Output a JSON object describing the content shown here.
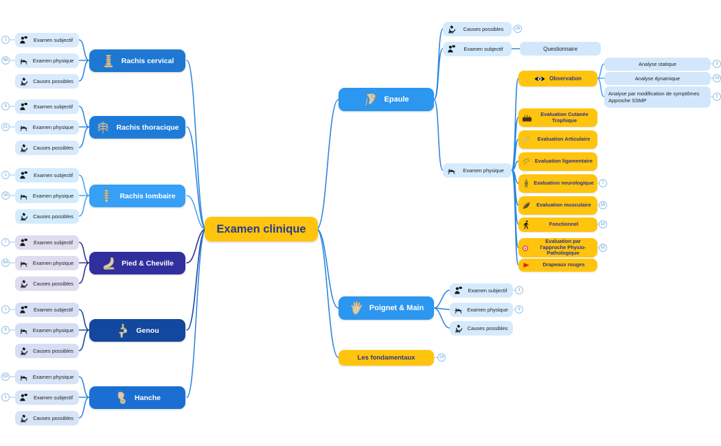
{
  "center": {
    "label": "Examen clinique"
  },
  "left": [
    {
      "title": "Rachis cervical",
      "icon": "cervical-spine-icon",
      "subs": [
        {
          "label": "Examen subjectif",
          "icon": "person-speech-icon",
          "badge": "1"
        },
        {
          "label": "Examen physique",
          "icon": "treatment-table-icon",
          "badge": "68"
        },
        {
          "label": "Causes possibles",
          "icon": "microscope-icon"
        }
      ]
    },
    {
      "title": "Rachis thoracique",
      "icon": "ribcage-icon",
      "subs": [
        {
          "label": "Examen subjectif",
          "icon": "person-speech-icon",
          "badge": "3"
        },
        {
          "label": "Examen physique",
          "icon": "treatment-table-icon",
          "badge": "21"
        },
        {
          "label": "Causes possibles",
          "icon": "microscope-icon"
        }
      ]
    },
    {
      "title": "Rachis lombaire",
      "icon": "lumbar-spine-icon",
      "subs": [
        {
          "label": "Examen subjectif",
          "icon": "person-speech-icon",
          "badge": "1"
        },
        {
          "label": "Examen physique",
          "icon": "treatment-table-icon",
          "badge": "26"
        },
        {
          "label": "Causes possibles",
          "icon": "microscope-icon"
        }
      ]
    },
    {
      "title": "Pied & Cheville",
      "icon": "foot-bones-icon",
      "subs": [
        {
          "label": "Examen subjectif",
          "icon": "person-speech-icon",
          "badge": "7"
        },
        {
          "label": "Examen physique",
          "icon": "treatment-table-icon",
          "badge": "64"
        },
        {
          "label": "Causes possibles",
          "icon": "microscope-icon"
        }
      ]
    },
    {
      "title": "Genou",
      "icon": "knee-joint-icon",
      "subs": [
        {
          "label": "Examen subjectif",
          "icon": "person-speech-icon",
          "badge": "1"
        },
        {
          "label": "Examen physique",
          "icon": "treatment-table-icon",
          "badge": "9"
        },
        {
          "label": "Causes possibles",
          "icon": "microscope-icon"
        }
      ]
    },
    {
      "title": "Hanche",
      "icon": "hip-bone-icon",
      "subs": [
        {
          "label": "Examen physique",
          "icon": "treatment-table-icon",
          "badge": "63"
        },
        {
          "label": "Examen subjectif",
          "icon": "person-speech-icon",
          "badge": "1"
        },
        {
          "label": "Causes possibles",
          "icon": "microscope-icon"
        }
      ]
    }
  ],
  "epaule": {
    "title": "Epaule",
    "icon": "shoulder-bone-icon",
    "causes": {
      "label": "Causes possibles",
      "icon": "microscope-icon",
      "badge": "26"
    },
    "subjectif": {
      "label": "Examen subjectif",
      "icon": "person-speech-icon"
    },
    "questionnaire": {
      "label": "Questionnaire"
    },
    "physique": {
      "label": "Examen physique",
      "icon": "treatment-table-icon"
    },
    "observation": {
      "label": "Observation",
      "icon": "eye-icon"
    },
    "analyses": [
      {
        "label": "Analyse statique",
        "badge": "3"
      },
      {
        "label": "Analyse dynamique",
        "badge": "14"
      },
      {
        "label": "Analyse par modification de symptômes",
        "label2": "Approche SSMP",
        "badge": "1"
      }
    ],
    "evaluations": [
      {
        "label": "Evaluation Cutanée Trophique",
        "icon": "skin-section-icon"
      },
      {
        "label": "Evaluation Articulaire",
        "icon": "finger-joint-icon"
      },
      {
        "label": "Evaluation ligamentaire",
        "icon": "hands-ligament-icon"
      },
      {
        "label": "Evaluation neurologique",
        "icon": "body-figure-icon",
        "badge": "7"
      },
      {
        "label": "Evaluation musculaire",
        "icon": "muscle-icon",
        "badge": "35"
      },
      {
        "label": "Fonctionnel",
        "icon": "walking-person-icon",
        "badge": "10"
      },
      {
        "label": "Evaluation par l'approche Physio-Pathologique",
        "icon": "target-icon",
        "badge": "52"
      },
      {
        "label": "Drapeaux rouges",
        "icon": "red-flag-icon"
      }
    ]
  },
  "poignet": {
    "title": "Poignet & Main",
    "icon": "hand-bones-icon",
    "subs": [
      {
        "label": "Examen subjectif",
        "icon": "person-speech-icon",
        "badge": "1"
      },
      {
        "label": "Examen physique",
        "icon": "treatment-table-icon",
        "badge": "9"
      },
      {
        "label": "Causes possibles",
        "icon": "microscope-icon"
      }
    ]
  },
  "fondamentaux": {
    "title": "Les fondamentaux",
    "badge": "24"
  },
  "colors": {
    "accent_yellow": "#ffc40d",
    "navy_text": "#2d3191",
    "badge_blue": "#4f9ddd",
    "line_blue": "#2e86de",
    "line_light_blue": "#49a3f1",
    "line_dark_navy": "#2c2f96",
    "line_dark_blue": "#16479e",
    "node_blue": "#2b97f0",
    "node_indigo": "#312f9d"
  }
}
